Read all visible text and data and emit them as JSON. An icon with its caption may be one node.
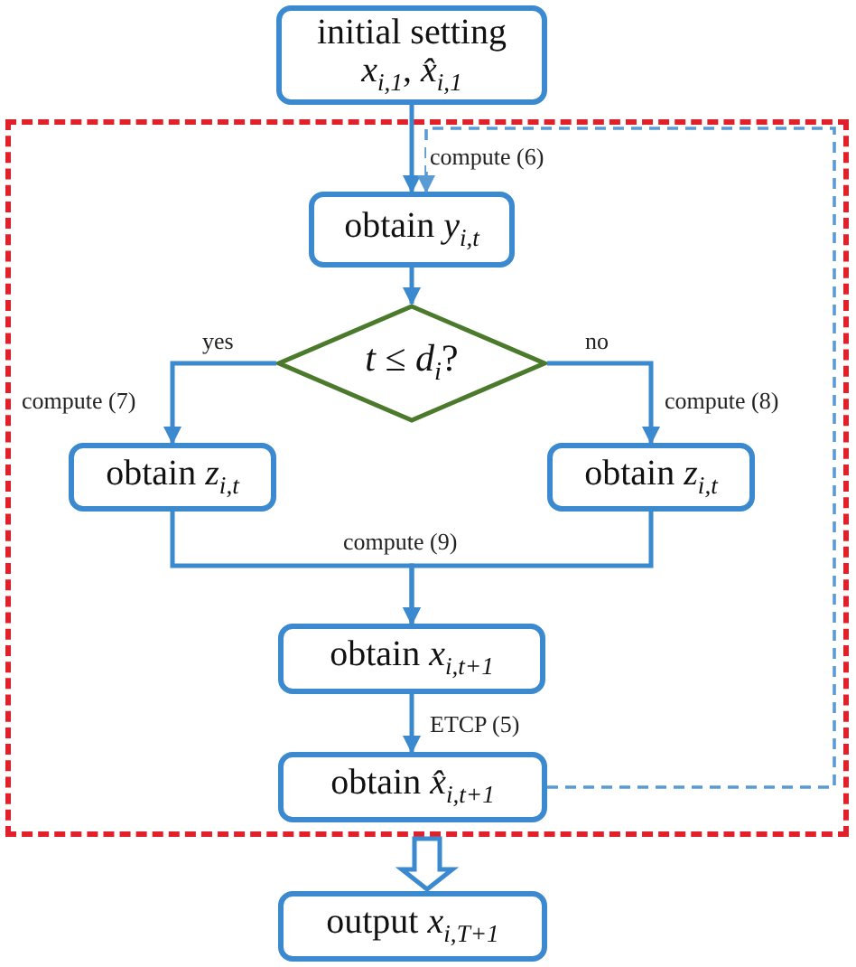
{
  "diagram": {
    "nodes": [
      {
        "text": [],
        "shape": "box"
      },
      {
        "text": [
          "initial setting",
          "*x*$_{i,1}$, *x̂*$_{i,1}$"
        ]
      },
      {
        "text": [
          "obtain *y*$_{i,t}$"
        ],
        "in": 0
      },
      {
        "text": [
          "*t* ≤ *d*$_{i}$?"
        ],
        "in": 0
      },
      {
        "text": [
          "obtain *z*$_{i,t}$"
        ],
        "in": 0
      },
      {
        "text": [
          "obtain *z*$_{i,t}$"
        ],
        "in": 0
      },
      {
        "text": [
          "obtain *x*$_{i,t+1}$"
        ],
        "in": 0
      },
      {
        "text": [
          "obtain *x̂*$_{i,t+1}$"
        ],
        "in": 0
      },
      {
        "text": [
          "output *x*$_{i,T+1}$"
        ]
      }
    ],
    "edges": [
      {
        "from": 1,
        "to": 2,
        "arrow": "to",
        "label": "compute (6)"
      },
      {
        "from": 2,
        "to": 3,
        "arrow": "to"
      },
      {
        "from": 3,
        "to": 4,
        "arrow": "to",
        "label": "compute (7)"
      },
      {
        "from": 3,
        "to": 5,
        "arrow": "to",
        "label": "compute (8)"
      },
      {
        "from": 4,
        "to": 6,
        "arrow": "to",
        "label": "compute (9)"
      },
      {
        "from": 5,
        "to": 6,
        "arrow": "to"
      },
      {
        "from": 6,
        "to": 7,
        "arrow": "to",
        "label": "ETCP (5)"
      },
      {
        "from": 7,
        "to": 2,
        "arrow": "to",
        "style": "dashed",
        "color": "#5b9bd5"
      },
      {
        "from": 0,
        "to": 8,
        "arrow": "to",
        "style": "thick"
      }
    ],
    "labels": [
      "yes",
      "no"
    ]
  }
}
